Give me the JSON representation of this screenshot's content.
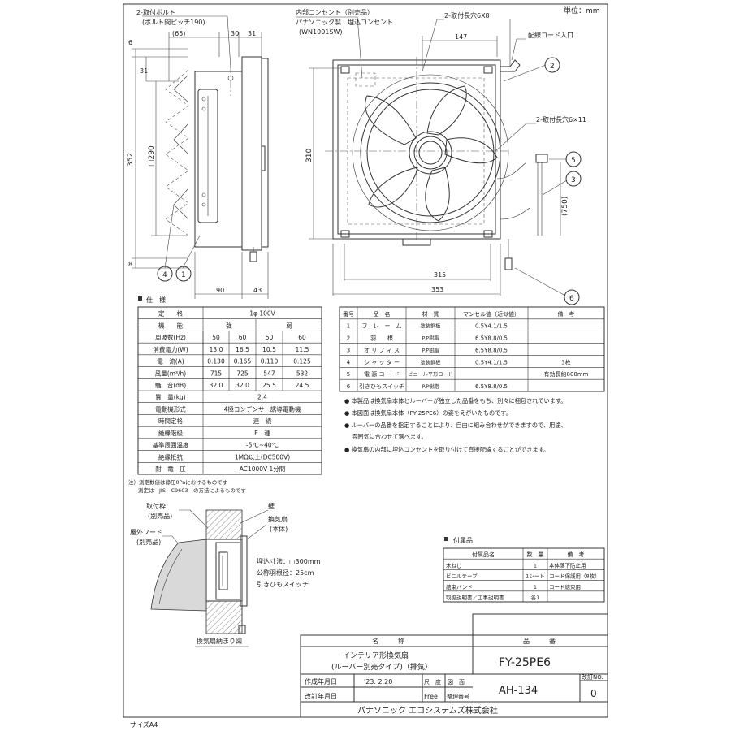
{
  "unit": "単位：mm",
  "size_label": "サイズA4",
  "side_view": {
    "bolt_title": "2-取付ボルト",
    "bolt_pitch": "(ボルト間ピッチ190)",
    "dim_top_65": "(65)",
    "dim_top_30": "30",
    "dim_top_31": "31",
    "dim_left_6": "6",
    "dim_left_31": "31",
    "dim_left_352": "352",
    "dim_290": "□290",
    "dim_left_8": "8",
    "dim_bottom_90": "90",
    "dim_bottom_43": "43",
    "balloon_4": "4",
    "balloon_1": "1"
  },
  "front_view": {
    "outlet_title": "内部コンセント（別売品）",
    "outlet_maker": "パナソニック製　埋込コンセント",
    "outlet_model": "(WN1001SW)",
    "slot_6x8": "2-取付長穴6X8",
    "dim_147": "147",
    "cord_inlet": "配線コード入口",
    "slot_6x11": "2-取付長穴6×11",
    "dim_310": "310",
    "dim_750": "(750)",
    "dim_315": "315",
    "dim_353": "353",
    "balloon_2": "2",
    "balloon_5": "5",
    "balloon_3": "3",
    "balloon_6": "6"
  },
  "spec": {
    "title": "仕　様",
    "rows": [
      [
        "定　　格",
        "1φ 100V"
      ],
      [
        "機　　能",
        "強",
        "弱"
      ],
      [
        "周波数(Hz)",
        "50",
        "60",
        "50",
        "60"
      ],
      [
        "消費電力(W)",
        "13.0",
        "16.5",
        "10.5",
        "11.5"
      ],
      [
        "電　流(A)",
        "0.130",
        "0.165",
        "0.110",
        "0.125"
      ],
      [
        "風量(m³/h)",
        "715",
        "725",
        "547",
        "532"
      ],
      [
        "騒　音(dB)",
        "32.0",
        "32.0",
        "25.5",
        "24.5"
      ],
      [
        "質　量(kg)",
        "2.4"
      ],
      [
        "電動機形式",
        "4極コンデンサー誘導電動機"
      ],
      [
        "時間定格",
        "連　続"
      ],
      [
        "絶縁階級",
        "E　種"
      ],
      [
        "基準周囲温度",
        "-5℃~40℃"
      ],
      [
        "絶縁抵抗",
        "1MΩ以上(DC500V)"
      ],
      [
        "耐　電　圧",
        "AC1000V 1分間"
      ]
    ],
    "note1": "注）測定数値は静圧0Paにおけるものです",
    "note2": "測定は　JIS　C9603　の方法によるものです"
  },
  "parts": {
    "headers": [
      "番号",
      "品　名",
      "材　質",
      "マンセル値（近似値）",
      "備　考"
    ],
    "rows": [
      [
        "1",
        "フ　レ　ー　ム",
        "塗装鋼板",
        "0.5Y4.1/1.5",
        ""
      ],
      [
        "2",
        "羽　　根",
        "P.P樹脂",
        "6.5Y8.8/0.5",
        ""
      ],
      [
        "3",
        "オ リ フ ィ ス",
        "P.P樹脂",
        "6.5Y8.8/0.5",
        ""
      ],
      [
        "4",
        "シ ャ ッ タ ー",
        "塗装鋼板",
        "0.5Y4.1/1.5",
        "3枚"
      ],
      [
        "5",
        "電 源 コ ー ド",
        "ビニール平形コード",
        "",
        "有効長約800mm"
      ],
      [
        "6",
        "引きひもスイッチ",
        "P.P樹脂",
        "6.5Y8.8/0.5",
        ""
      ]
    ]
  },
  "notes": [
    "本製品は換気扇本体とルーバーが独立した品番をもち、別々に梱包されています。",
    "本図面は換気扇本体（FY-25PE6）の姿をえがいたものです。",
    "ルーバーの品番を指定することにより、自由に組み合わせができますので、用途、",
    "雰囲気に合わせて選べます。",
    "換気扇の内部に埋込コンセントを取り付けて直接配線することができます。"
  ],
  "install": {
    "frame_label": "取付枠",
    "frame_sub": "(別売品)",
    "wall_label": "壁",
    "fan_label": "換気扇",
    "fan_sub": "(本体)",
    "hood_label": "屋外フード",
    "hood_sub": "(別売品)",
    "embed_size": "埋込寸法：□300mm",
    "wall_thickness": "公称羽根径：25cm",
    "switch": "引きひもスイッチ",
    "caption": "換気扇納まり図"
  },
  "accessories": {
    "title": "付属品",
    "headers": [
      "付属品名",
      "数　量",
      "備　考"
    ],
    "rows": [
      [
        "木ねじ",
        "1",
        "本体落下防止用"
      ],
      [
        "ビニルテープ",
        "1シート",
        "コード保護用（8枚）"
      ],
      [
        "結束バンド",
        "1",
        "コード結束用"
      ],
      [
        "取扱説明書／工事説明書",
        "各1",
        ""
      ]
    ]
  },
  "title_block": {
    "name_header": "名　　　称",
    "code_header": "品　　　番",
    "name_line1": "インテリア形換気扇",
    "name_line2": "(ルーバー別売タイプ)（排気）",
    "model": "FY-25PE6",
    "created_label": "作成年月日",
    "created_date": "'23. 2.20",
    "scale_label": "尺　度",
    "scale_value": "Free",
    "drawing_label": "図　面",
    "mgmt_label": "整理番号",
    "revised_label": "改訂年月日",
    "doc_no": "AH-134",
    "rev_label": "改訂NO.",
    "rev_value": "0",
    "company": "パナソニック エコシステムズ株式会社"
  }
}
